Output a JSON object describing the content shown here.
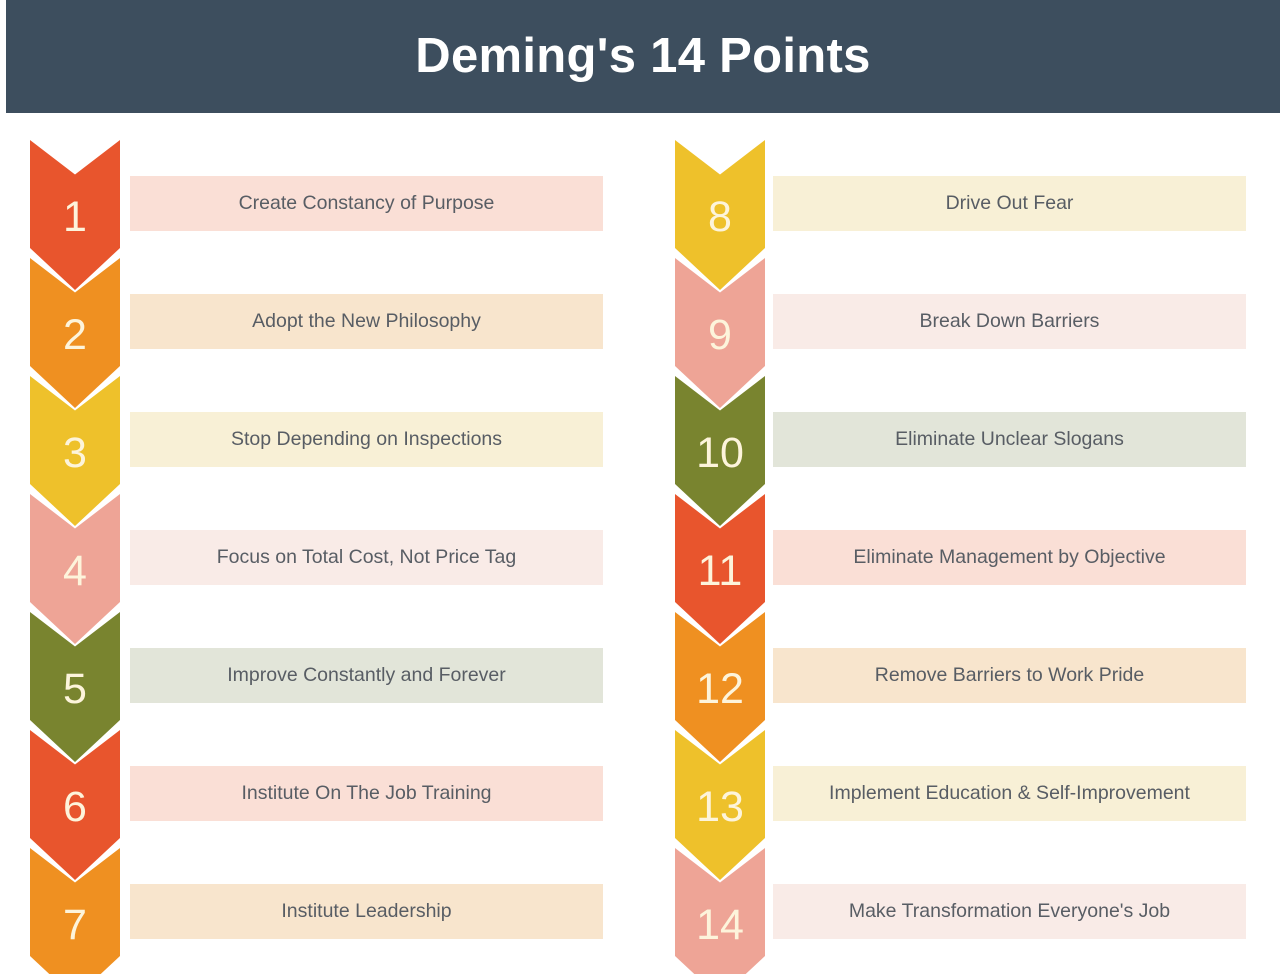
{
  "header": {
    "title": "Deming's 14 Points",
    "band_color": "#3d4e5e",
    "title_color": "#ffffff"
  },
  "theme": {
    "background": "#ffffff",
    "number_color": "#fdf4db",
    "label_text_color": "#585d64"
  },
  "palette": {
    "orange_red": {
      "solid": "#e8552d",
      "tint": "#fadfd6"
    },
    "orange": {
      "solid": "#ef9021",
      "tint": "#f8e5cd"
    },
    "gold": {
      "solid": "#eec12b",
      "tint": "#f8f0d6"
    },
    "salmon": {
      "solid": "#eea496",
      "tint": "#f9ebe7"
    },
    "olive": {
      "solid": "#79842f",
      "tint": "#e2e5d9"
    }
  },
  "columns": [
    {
      "name": "left-column",
      "points": [
        {
          "number": "1",
          "label": "Create Constancy of Purpose",
          "solid": "#e8552d",
          "tint": "#fadfd6"
        },
        {
          "number": "2",
          "label": "Adopt the New Philosophy",
          "solid": "#ef9021",
          "tint": "#f8e5cd"
        },
        {
          "number": "3",
          "label": "Stop Depending on Inspections",
          "solid": "#eec12b",
          "tint": "#f8f0d6"
        },
        {
          "number": "4",
          "label": "Focus on Total Cost, Not Price Tag",
          "solid": "#eea496",
          "tint": "#f9ebe7"
        },
        {
          "number": "5",
          "label": "Improve Constantly and Forever",
          "solid": "#79842f",
          "tint": "#e2e5d9"
        },
        {
          "number": "6",
          "label": "Institute On The Job Training",
          "solid": "#e8552d",
          "tint": "#fadfd6"
        },
        {
          "number": "7",
          "label": "Institute Leadership",
          "solid": "#ef9021",
          "tint": "#f8e5cd"
        }
      ]
    },
    {
      "name": "right-column",
      "points": [
        {
          "number": "8",
          "label": "Drive Out Fear",
          "solid": "#eec12b",
          "tint": "#f8f0d6"
        },
        {
          "number": "9",
          "label": "Break Down Barriers",
          "solid": "#eea496",
          "tint": "#f9ebe7"
        },
        {
          "number": "10",
          "label": "Eliminate Unclear Slogans",
          "solid": "#79842f",
          "tint": "#e2e5d9"
        },
        {
          "number": "11",
          "label": "Eliminate Management by Objective",
          "solid": "#e8552d",
          "tint": "#fadfd6"
        },
        {
          "number": "12",
          "label": "Remove Barriers to Work Pride",
          "solid": "#ef9021",
          "tint": "#f8e5cd"
        },
        {
          "number": "13",
          "label": "Implement Education & Self-Improvement",
          "solid": "#eec12b",
          "tint": "#f8f0d6"
        },
        {
          "number": "14",
          "label": "Make Transformation Everyone's Job",
          "solid": "#eea496",
          "tint": "#f9ebe7"
        }
      ]
    }
  ]
}
